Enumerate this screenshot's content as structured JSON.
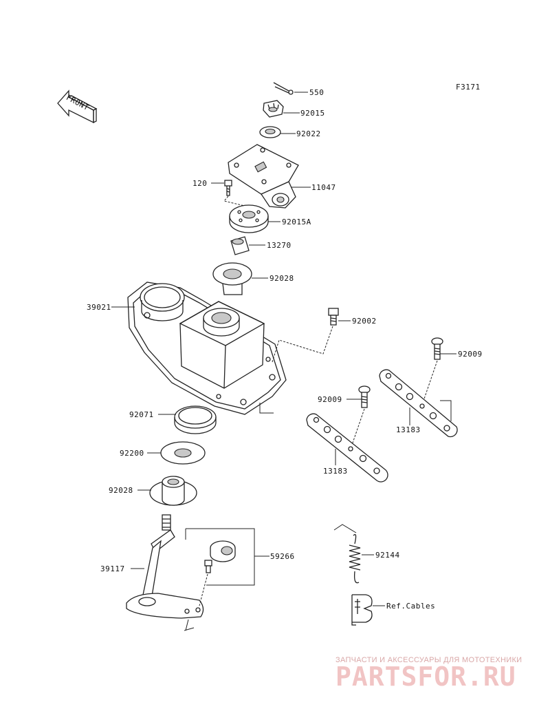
{
  "figure_code": "F3171",
  "front_label": "FRONT",
  "callouts": {
    "p550": "550",
    "p92015": "92015",
    "p92022": "92022",
    "p120": "120",
    "p11047": "11047",
    "p92015A": "92015A",
    "p13270": "13270",
    "p92028_top": "92028",
    "p39021": "39021",
    "p92002": "92002",
    "p92009_right": "92009",
    "p92009_left": "92009",
    "p13183_right": "13183",
    "p13183_left": "13183",
    "p92071": "92071",
    "p92200": "92200",
    "p92028_bottom": "92028",
    "p39117": "39117",
    "p59266": "59266",
    "p92144": "92144",
    "ref_cables": "Ref.Cables"
  },
  "watermark": {
    "subtitle": "ЗАПЧАСТИ И АКСЕССУАРЫ ДЛЯ МОТОТЕХНИКИ",
    "brand": "PARTSFOR.RU"
  }
}
